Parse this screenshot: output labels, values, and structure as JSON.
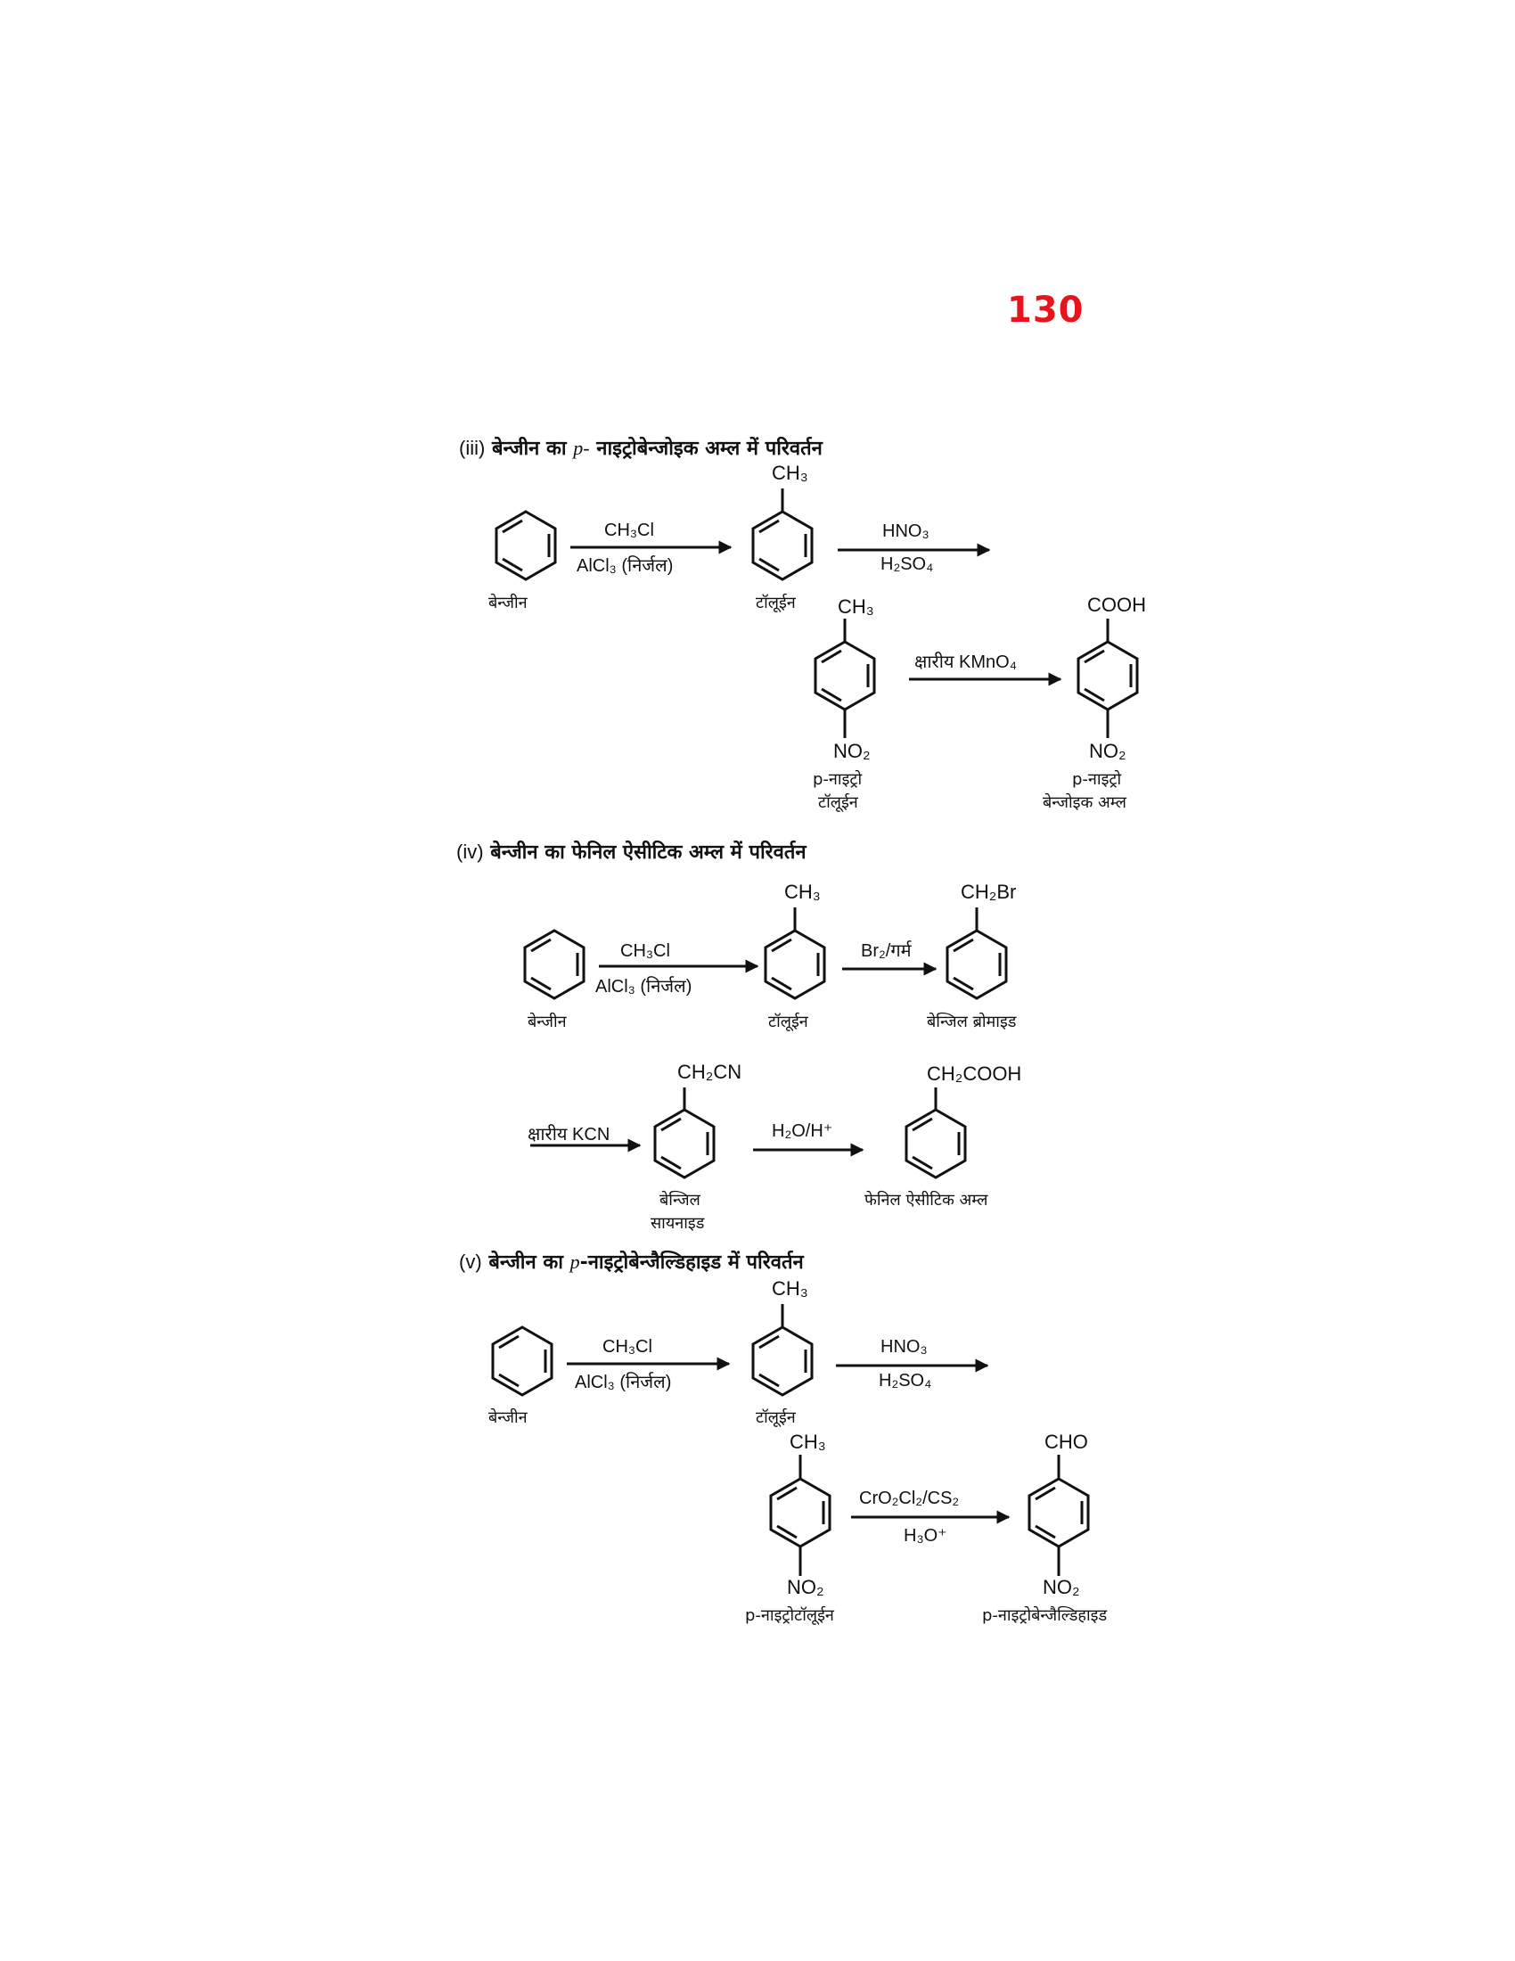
{
  "page": {
    "number": "130",
    "number_color": "#e8141b"
  },
  "sections": [
    {
      "id": "iii",
      "label": "(iii)",
      "title_pre": "बेन्जीन का ",
      "title_ital": "p-",
      "title_post": " नाइट्रोबेन्जोइक अम्ल में परिवर्तन",
      "steps": [
        {
          "reactant": "बेन्जीन",
          "reagent_top": "CH₃Cl",
          "reagent_bottom": "AlCl₃ (निर्जल)",
          "product": "टॉलूईन",
          "product_group": "CH₃"
        },
        {
          "reagent_top": "HNO₃",
          "reagent_bottom": "H₂SO₄"
        },
        {
          "reactant": "p-नाइट्रो टॉलूईन",
          "reactant_label_1": "p-नाइट्रो",
          "reactant_label_2": "टॉलूईन",
          "reactant_top_group": "CH₃",
          "reactant_bottom_group": "NO₂",
          "reagent_top": "क्षारीय KMnO₄",
          "product_top_group": "COOH",
          "product_bottom_group": "NO₂",
          "product_label_1": "p-नाइट्रो",
          "product_label_2": "बेन्जोइक अम्ल"
        }
      ]
    },
    {
      "id": "iv",
      "label": "(iv)",
      "title_pre": "बेन्जीन का फेनिल ऐसीटिक अम्ल में परिवर्तन",
      "steps": [
        {
          "reactant": "बेन्जीन",
          "reagent_top": "CH₃Cl",
          "reagent_bottom": "AlCl₃ (निर्जल)",
          "product": "टॉलूईन",
          "product_group": "CH₃"
        },
        {
          "reagent_top": "Br₂/गर्म",
          "product": "बेन्जिल ब्रोमाइड",
          "product_group": "CH₂Br"
        },
        {
          "reagent_top": "क्षारीय KCN",
          "product_label_1": "बेन्जिल",
          "product_label_2": "सायनाइड",
          "product_group": "CH₂CN"
        },
        {
          "reagent_top": "H₂O/H⁺",
          "product": "फेनिल ऐसीटिक अम्ल",
          "product_group": "CH₂COOH"
        }
      ]
    },
    {
      "id": "v",
      "label": "(v)",
      "title_pre": "बेन्जीन का ",
      "title_ital": "p",
      "title_post": "-नाइट्रोबेन्जैल्डिहाइड में परिवर्तन",
      "steps": [
        {
          "reactant": "बेन्जीन",
          "reagent_top": "CH₃Cl",
          "reagent_bottom": "AlCl₃ (निर्जल)",
          "product": "टॉलूईन",
          "product_group": "CH₃"
        },
        {
          "reagent_top": "HNO₃",
          "reagent_bottom": "H₂SO₄"
        },
        {
          "reactant_top_group": "CH₃",
          "reactant_bottom_group": "NO₂",
          "reactant_label": "p-नाइट्रोटॉलूईन",
          "reagent_top": "CrO₂Cl₂/CS₂",
          "reagent_bottom": "H₃O⁺",
          "product_top_group": "CHO",
          "product_bottom_group": "NO₂",
          "product_label": "p-नाइट्रोबेन्जैल्डिहाइड"
        }
      ]
    }
  ]
}
